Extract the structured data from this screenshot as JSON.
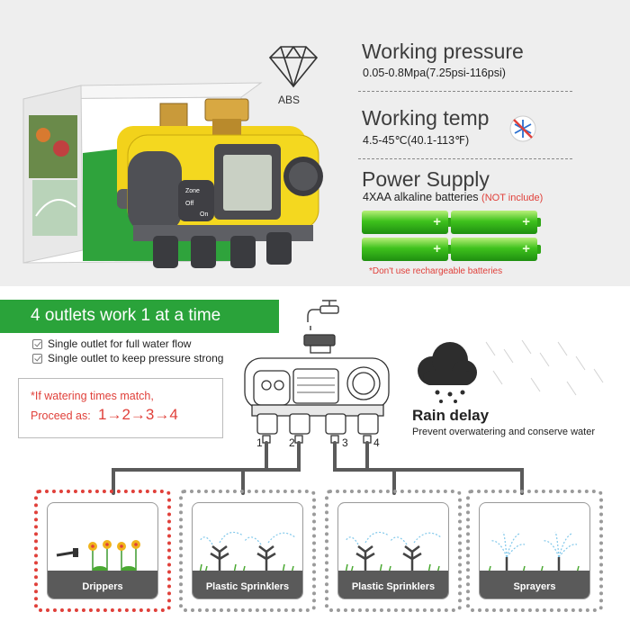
{
  "material": {
    "label": "ABS"
  },
  "specs": {
    "pressure": {
      "title": "Working pressure",
      "value": "0.05-0.8Mpa(7.25psi-116psi)"
    },
    "temp": {
      "title": "Working temp",
      "value": "4.5-45℃(40.1-113℉)"
    },
    "power": {
      "title": "Power Supply",
      "value": "4XAA alkaline batteries",
      "note": "(NOT include)"
    },
    "battery_warning": "*Don't use rechargeable batteries",
    "battery_glyph": "+"
  },
  "product_labels": {
    "button_zone": "Zone",
    "button_off": "Off",
    "button_on": "On"
  },
  "outlets": {
    "banner": "4 outlets work 1 at a time",
    "features": [
      "Single outlet for full water flow",
      "Single outlet to keep pressure strong"
    ],
    "match_note": {
      "line1": "*If watering times match,",
      "line2": "Proceed as:",
      "sequence": "1→2→3→4"
    },
    "numbers": [
      "1",
      "2",
      "3",
      "4"
    ]
  },
  "rain_delay": {
    "title": "Rain delay",
    "subtitle": "Prevent overwatering and conserve water"
  },
  "zones": [
    {
      "label": "Drippers",
      "active": true
    },
    {
      "label": "Plastic Sprinklers",
      "active": false
    },
    {
      "label": "Plastic Sprinklers",
      "active": false
    },
    {
      "label": "Sprayers",
      "active": false
    }
  ],
  "colors": {
    "brand_green": "#2aa33a",
    "accent_red": "#e0403a",
    "device_yellow": "#f2d21b",
    "battery_green": "#3fc21d"
  }
}
